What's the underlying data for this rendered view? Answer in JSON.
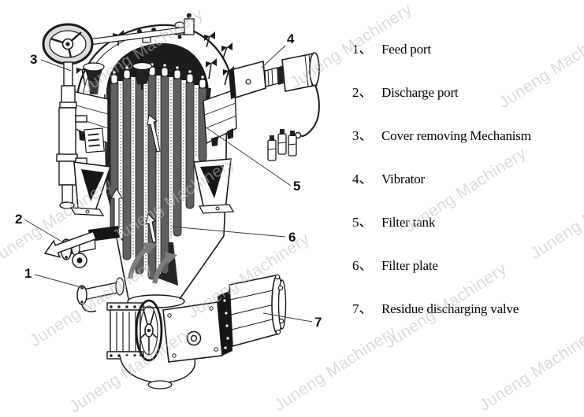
{
  "colors": {
    "ink": "#1a1a1a",
    "plate_gray": "#5f5f5f",
    "dark_fill": "#1c1c1c",
    "watermark": "#bdbdbd",
    "background": "#ffffff"
  },
  "watermark": {
    "text": "Juneng Machinery"
  },
  "diagram": {
    "callouts": {
      "c1": "1",
      "c2": "2",
      "c3": "3",
      "c4": "4",
      "c5": "5",
      "c6": "6",
      "c7": "7"
    }
  },
  "legend": {
    "items": [
      {
        "num": "1、",
        "label": "Feed port"
      },
      {
        "num": "2、",
        "label": "Discharge port"
      },
      {
        "num": "3、",
        "label": "Cover removing Mechanism"
      },
      {
        "num": "4、",
        "label": "Vibrator"
      },
      {
        "num": "5、",
        "label": "Filter tank"
      },
      {
        "num": "6、",
        "label": "Filter plate"
      },
      {
        "num": "7、",
        "label": "Residue discharging valve"
      }
    ]
  }
}
